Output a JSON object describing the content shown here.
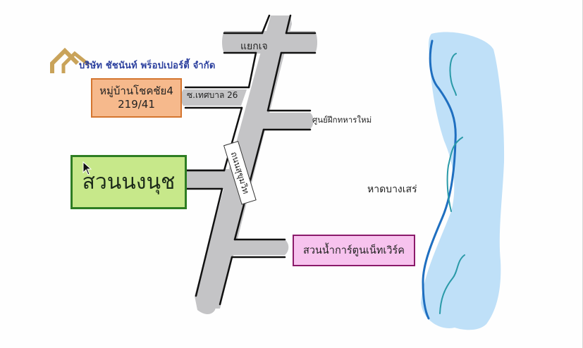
{
  "company": {
    "name": "บริษัท ชัชนันท์ พร็อปเปอร์ตี้ จำกัด",
    "logo_icon": "house-roof-logo-icon",
    "color": "#2b3f9e"
  },
  "landmarks": {
    "village": {
      "line1": "หมู่บ้านโชคชัย4",
      "line2": "219/41",
      "fill": "#f6b98c",
      "border": "#d4752f"
    },
    "park": {
      "label": "สวนนงนุช",
      "fill": "#c7e88a",
      "border": "#2e7d23"
    },
    "water_park": {
      "label": "สวนน้ำการ์ตูนเน็ทเวิร์ค",
      "fill": "#f7c3ee",
      "border": "#8b1a6a"
    }
  },
  "roads": {
    "junction": "แยกเจ",
    "soi": "ซ.เทศบาล 26",
    "main_road": "ถนนสุขุมวิท",
    "training_camp": "ศูนย์ฝึกทหารใหม่",
    "road_color": "#c4c4c6"
  },
  "beach": {
    "label": "หาดบางเสร่",
    "sea_color": "#bfe0f8",
    "shore_color": "#1f6fc0",
    "wave_color": "#2a9aa8"
  },
  "cursor": {
    "icon": "mouse-pointer-icon"
  }
}
